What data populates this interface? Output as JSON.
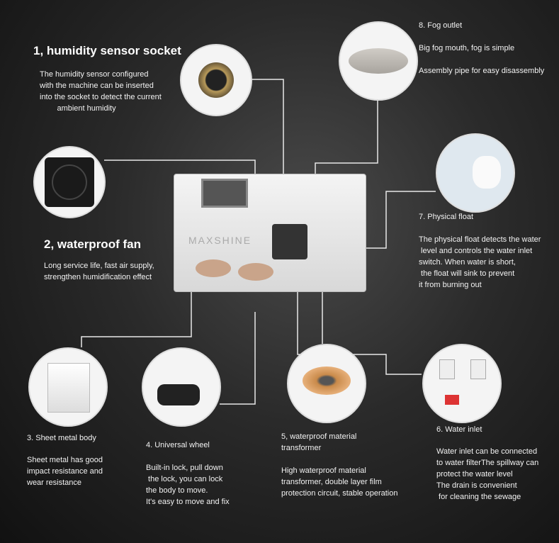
{
  "sections": {
    "sensor": {
      "title": "1, humidity sensor socket",
      "body": "The humidity sensor configured\nwith the machine can be inserted\ninto the socket to detect the current\n        ambient humidity"
    },
    "fan": {
      "title": "2, waterproof fan",
      "body": "Long service life, fast air supply,\nstrengthen humidification effect"
    },
    "sheet": {
      "title": "3. Sheet metal body",
      "body": "Sheet metal has good\nimpact resistance and\nwear resistance"
    },
    "wheel": {
      "title": "4. Universal wheel",
      "body": "Built-in lock, pull down\n the lock, you can lock\nthe body to move.\nIt's easy to move and fix"
    },
    "transformer": {
      "title": "5, waterproof material\ntransformer",
      "body": "High waterproof material\ntransformer, double layer film\nprotection circuit, stable operation"
    },
    "inlet": {
      "title": "6. Water inlet",
      "body": "Water inlet can be connected\nto water filterThe spillway can\nprotect the water level\nThe drain is convenient\n for cleaning the sewage"
    },
    "float": {
      "title": "7. Physical float",
      "body": "The physical float detects the water\n level and controls the water inlet\nswitch. When water is short,\n the float will sink to prevent\nit from burning out"
    },
    "fog": {
      "title": "8. Fog outlet",
      "line1": "Big fog mouth, fog is simple",
      "line2": "Assembly pipe for easy disassembly"
    }
  },
  "watermark": "MAXSHINE"
}
